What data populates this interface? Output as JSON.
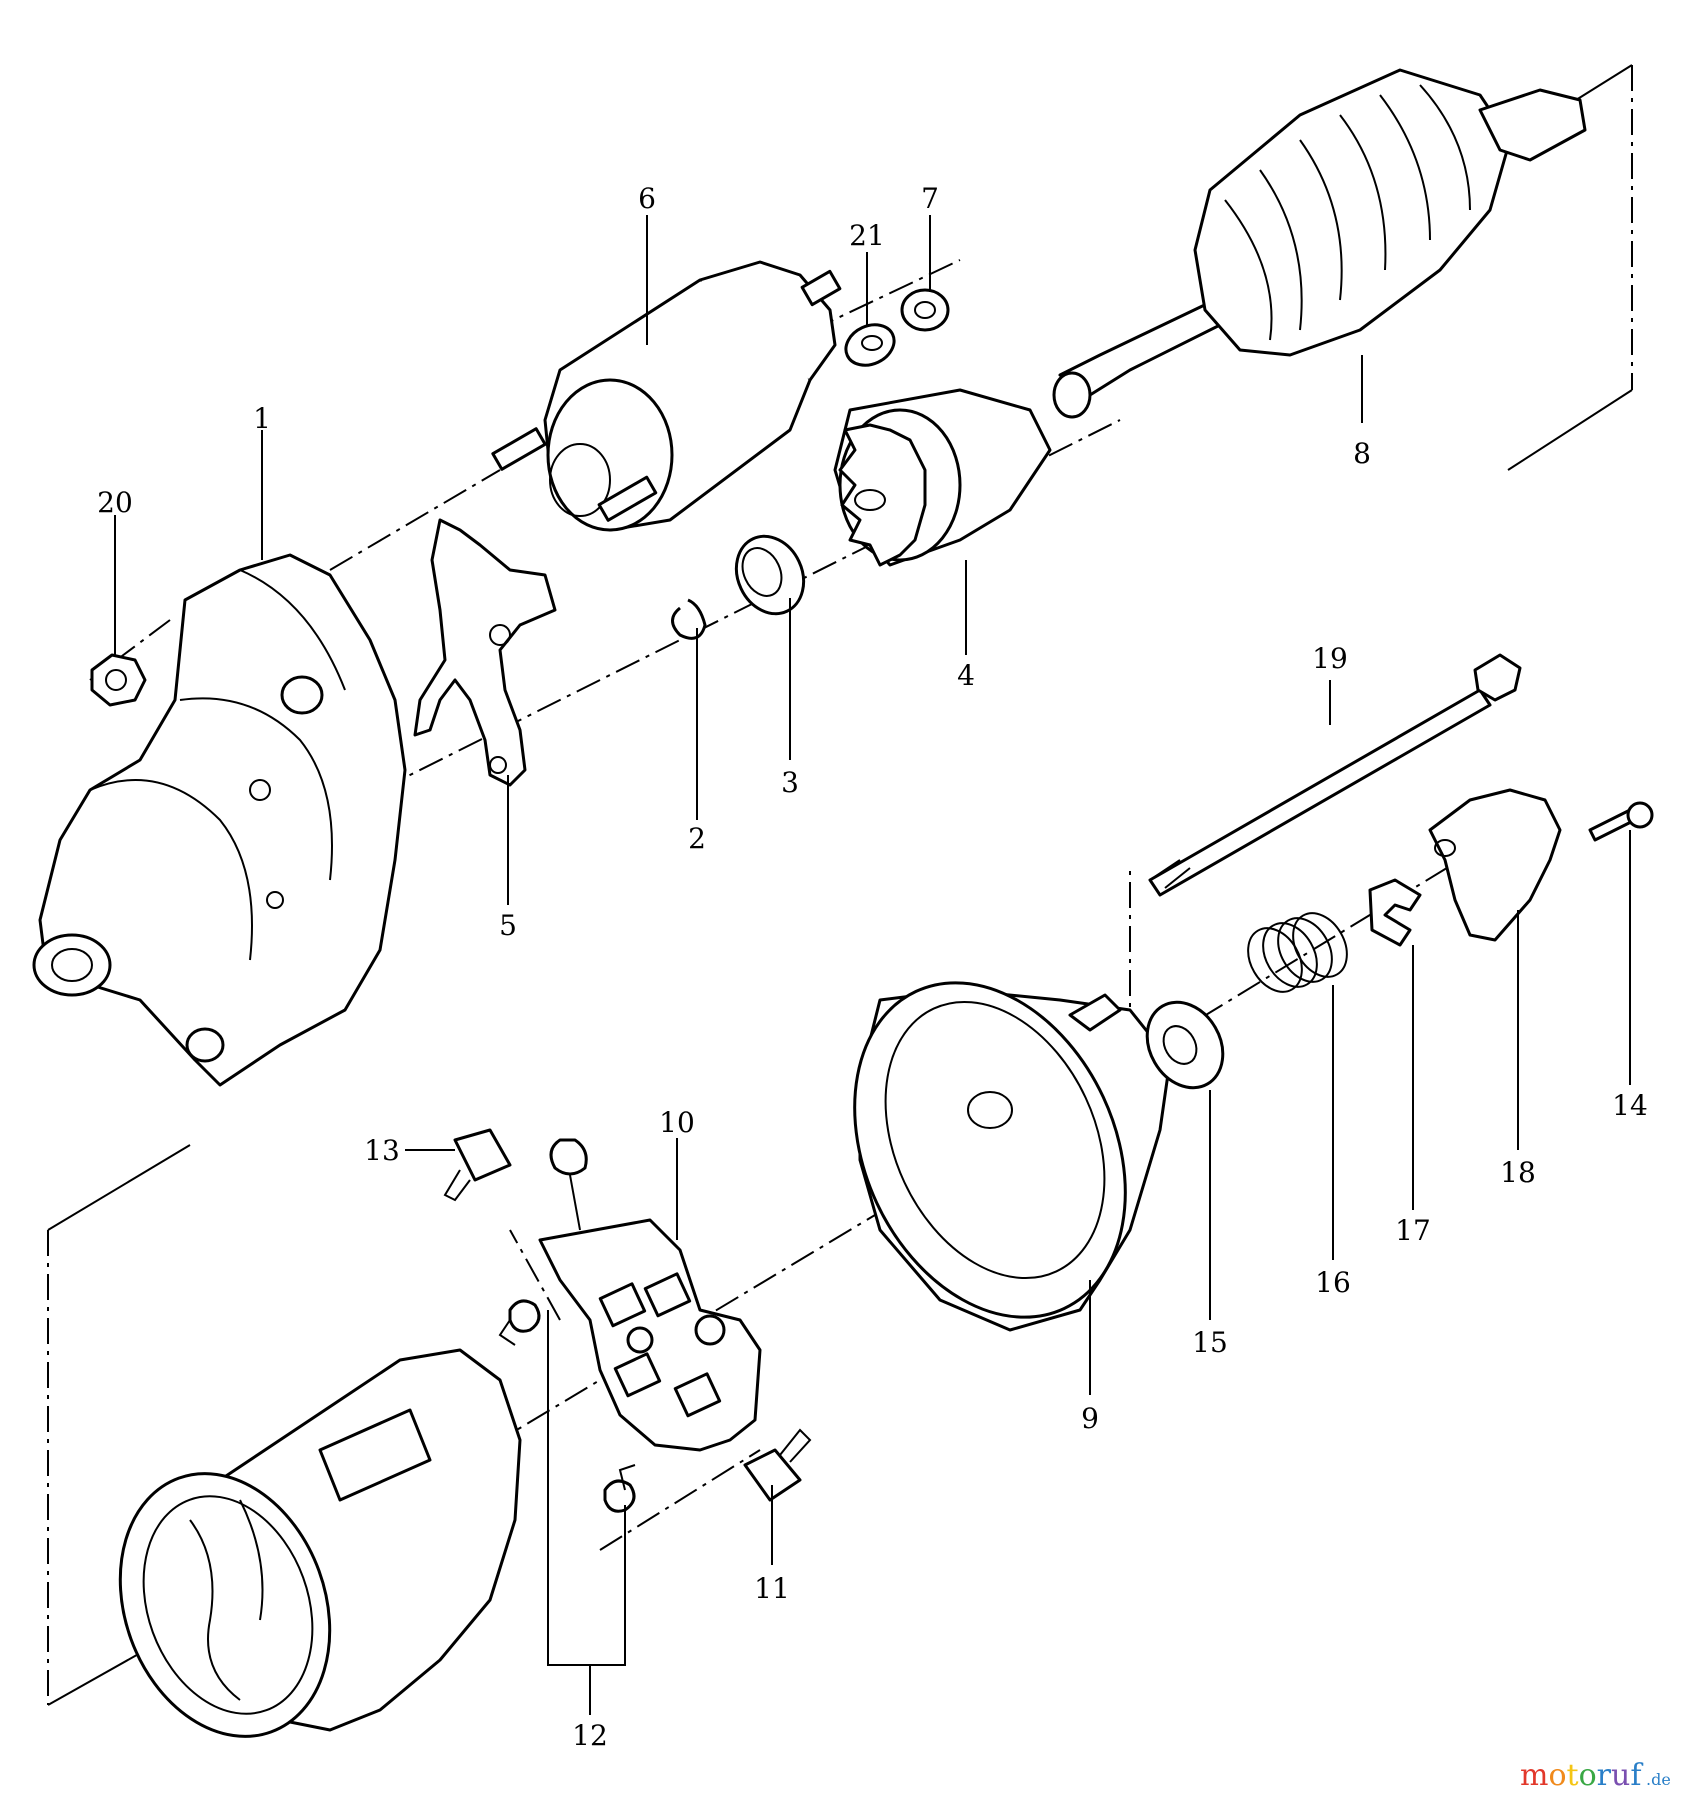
{
  "callouts": [
    {
      "id": "1",
      "text": "1"
    },
    {
      "id": "2",
      "text": "2"
    },
    {
      "id": "3",
      "text": "3"
    },
    {
      "id": "4",
      "text": "4"
    },
    {
      "id": "5",
      "text": "5"
    },
    {
      "id": "6",
      "text": "6"
    },
    {
      "id": "7",
      "text": "7"
    },
    {
      "id": "8",
      "text": "8"
    },
    {
      "id": "9",
      "text": "9"
    },
    {
      "id": "10",
      "text": "10"
    },
    {
      "id": "11",
      "text": "11"
    },
    {
      "id": "12",
      "text": "12"
    },
    {
      "id": "13",
      "text": "13"
    },
    {
      "id": "14",
      "text": "14"
    },
    {
      "id": "15",
      "text": "15"
    },
    {
      "id": "16",
      "text": "16"
    },
    {
      "id": "17",
      "text": "17"
    },
    {
      "id": "18",
      "text": "18"
    },
    {
      "id": "19",
      "text": "19"
    },
    {
      "id": "20",
      "text": "20"
    },
    {
      "id": "21",
      "text": "21"
    }
  ],
  "watermark": {
    "text_main": "motoruf",
    "text_suffix": ".de",
    "colors": [
      "#e2382b",
      "#f08a1c",
      "#f4c514",
      "#3aa845",
      "#2a7fc8",
      "#7a4fb0",
      "#2a7fc8"
    ]
  }
}
